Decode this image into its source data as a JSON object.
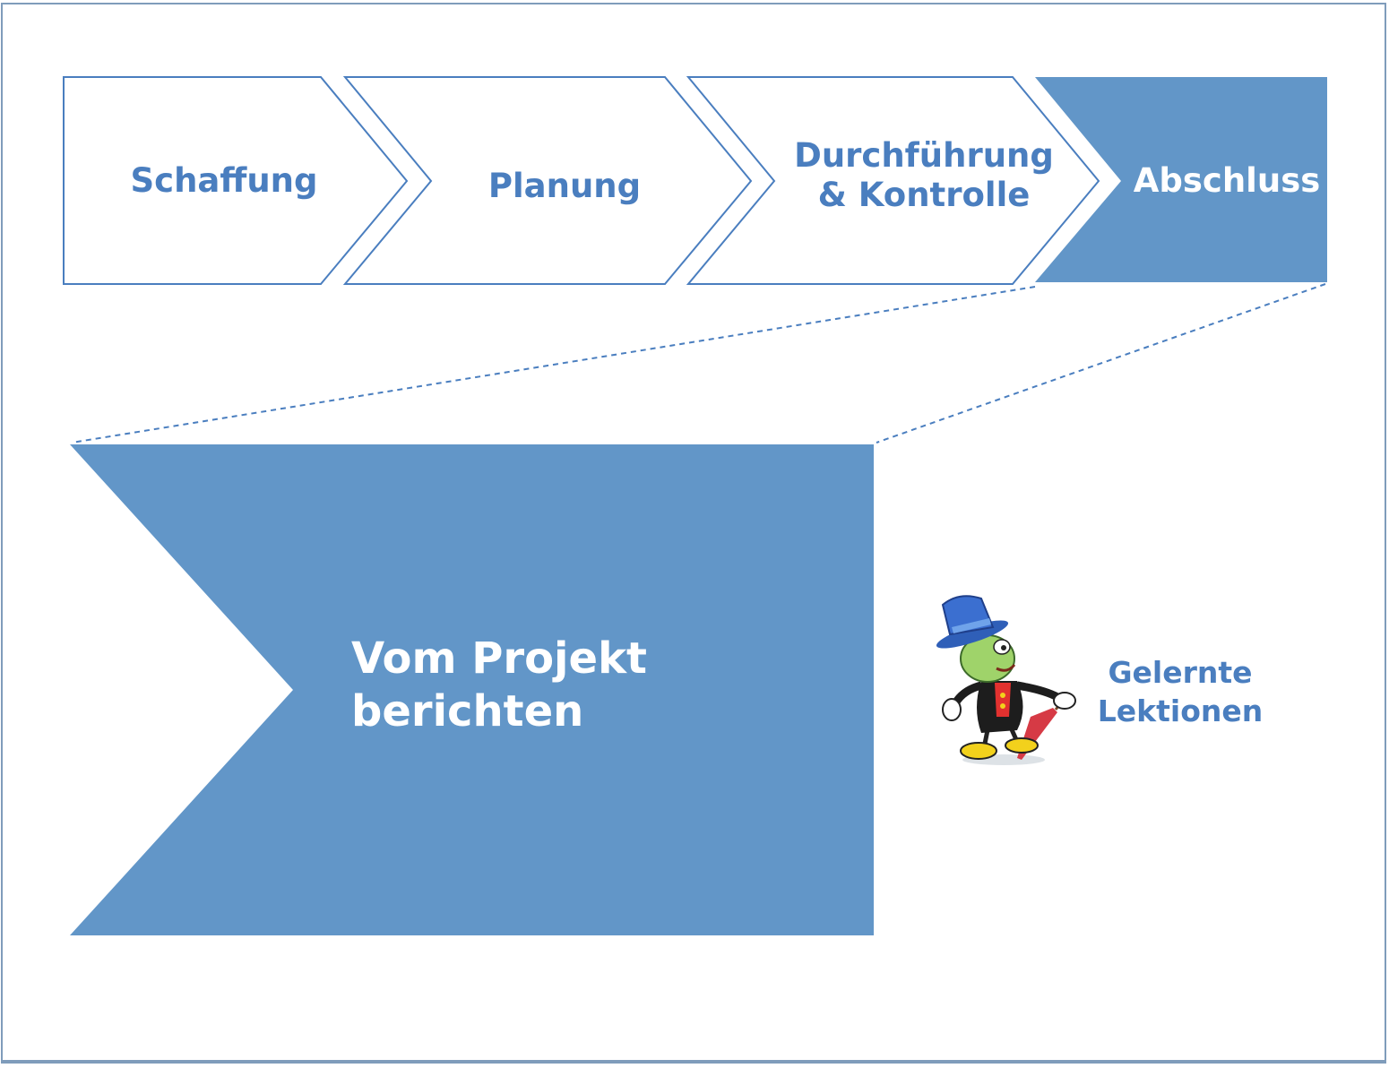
{
  "steps": [
    {
      "label": "Schaffung",
      "active": false
    },
    {
      "label": "Planung",
      "active": false
    },
    {
      "label": "Durchführung & Kontrolle",
      "active": false
    },
    {
      "label": "Abschluss",
      "active": true
    }
  ],
  "detail": {
    "main_label": "Vom Projekt berichten",
    "side_label": "Gelernte Lektionen",
    "mascot_icon": "jiminy-cricket-illustration"
  },
  "colors": {
    "accent": "#6296c8",
    "text": "#4a7ebf",
    "outline": "#4a7ebf",
    "frame": "#7f9cbb"
  }
}
